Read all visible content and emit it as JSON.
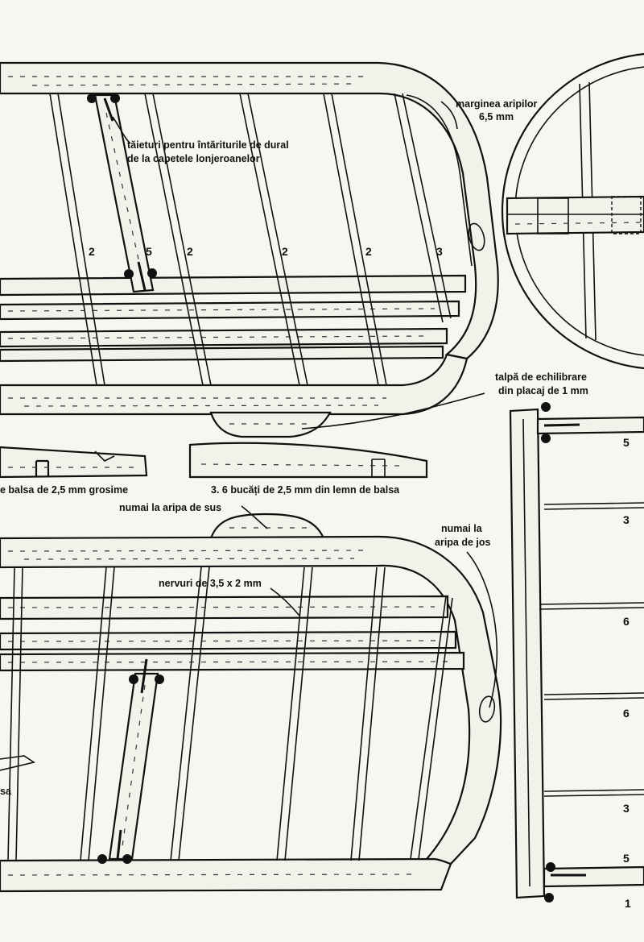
{
  "colors": {
    "ink": "#111111",
    "paper": "#f7f6f1",
    "wood": "#f2f1ea"
  },
  "labels": {
    "dural_cuts_line1": "tăieturi pentru întăriturile de dural",
    "dural_cuts_line2": "de la capetele lonjeroanelor",
    "wing_edge_line1": "marginea aripilor",
    "wing_edge_line2": "6,5 mm",
    "balance_skid_line1": "talpă de echilibrare",
    "balance_skid_line2": "din placaj de 1 mm",
    "balsa_thickness": "e balsa de 2,5 mm grosime",
    "six_pieces": "3. 6 bucăți de 2,5 mm din lemn de balsa",
    "upper_wing_only": "numai la aripa de sus",
    "lower_wing_only_line1": "numai la",
    "lower_wing_only_line2": "aripa de jos",
    "ribs": "nervuri de 3,5 x 2 mm",
    "cut_sa": "sa"
  },
  "part_numbers": {
    "upper_wing_ribs": [
      "2",
      "5",
      "2",
      "2",
      "2",
      "3"
    ],
    "right_column": [
      "5",
      "3",
      "6",
      "6",
      "3",
      "5",
      "1"
    ]
  }
}
